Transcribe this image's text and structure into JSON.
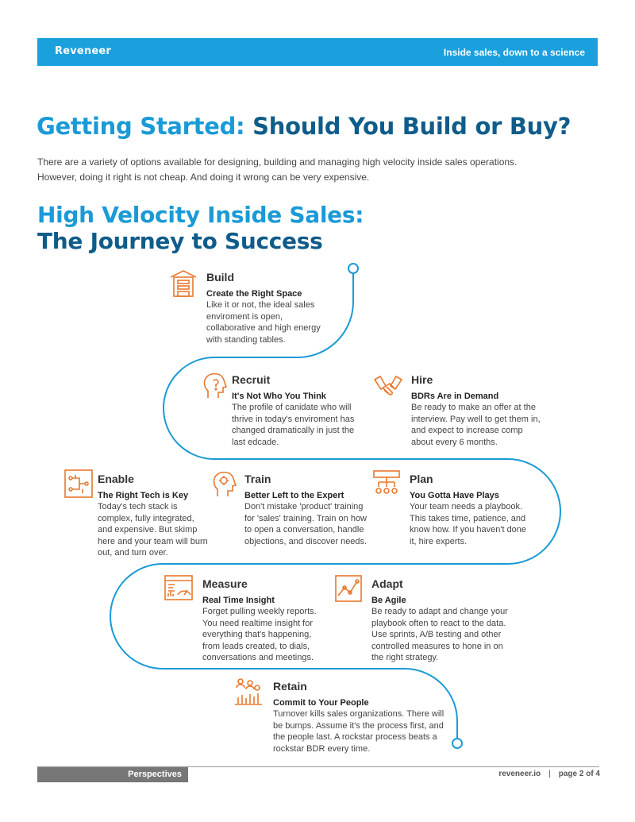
{
  "header": {
    "logo": "Reveneer",
    "tagline": "Inside sales, down to a science"
  },
  "heading": {
    "part1": "Getting Started:",
    "part2": " Should You Build or Buy?"
  },
  "intro": "There are a variety of options available for designing, building and managing high velocity inside sales operations. However, doing it right is not cheap. And doing it wrong can be very expensive.",
  "journey": {
    "line1": "High Velocity Inside Sales:",
    "line2": "The Journey to Success"
  },
  "accent_color": "#1a9ad6",
  "icon_color": "#e8782e",
  "steps": [
    {
      "title": "Build",
      "subtitle": "Create the Right Space",
      "desc": "Like it or not, the ideal sales enviroment is open, collaborative and high energy with standing tables.",
      "icon": "building-icon"
    },
    {
      "title": "Recruit",
      "subtitle": "It's Not Who You Think",
      "desc": "The profile of canidate who will thrive in today's enviroment has changed dramatically in just the last edcade.",
      "icon": "head-profile-icon"
    },
    {
      "title": "Hire",
      "subtitle": "BDRs Are in Demand",
      "desc": "Be ready to make an offer at the interview. Pay well to get them in, and expect to increase comp about every 6 months.",
      "icon": "handshake-icon"
    },
    {
      "title": "Enable",
      "subtitle": "The Right Tech is Key",
      "desc": "Today's tech stack is complex, fully integrated, and expensive. But skimp here and your team will burn out, and turn over.",
      "icon": "circuit-icon"
    },
    {
      "title": "Train",
      "subtitle": "Better Left to the Expert",
      "desc": "Don't mistake 'product' training for 'sales' training. Train on how to open a conversation, handle objections, and discover needs.",
      "icon": "brain-gear-icon"
    },
    {
      "title": "Plan",
      "subtitle": "You Gotta Have Plays",
      "desc": "Your team needs a playbook. This takes time, patience, and know how. If you haven't done it, hire experts.",
      "icon": "flowchart-icon"
    },
    {
      "title": "Measure",
      "subtitle": "Real Time Insight",
      "desc": "Forget pulling weekly reports. You need realtime insight for everything that's happening, from leads created, to dials, conversations and meetings.",
      "icon": "dashboard-icon"
    },
    {
      "title": "Adapt",
      "subtitle": "Be Agile",
      "desc": "Be ready to adapt and change your playbook often to react to the data. Use sprints, A/B testing and other controlled measures to hone in on the right strategy.",
      "icon": "line-graph-icon"
    },
    {
      "title": "Retain",
      "subtitle": "Commit to Your People",
      "desc": "Turnover kills sales organizations. There will be bumps. Assume it's the process first, and the people last. A rockstar process beats a rockstar BDR every time.",
      "icon": "team-chart-icon"
    }
  ],
  "footer": {
    "section": "Perspectives",
    "site": "reveneer.io",
    "divider": "|",
    "page": "page 2 of 4"
  }
}
